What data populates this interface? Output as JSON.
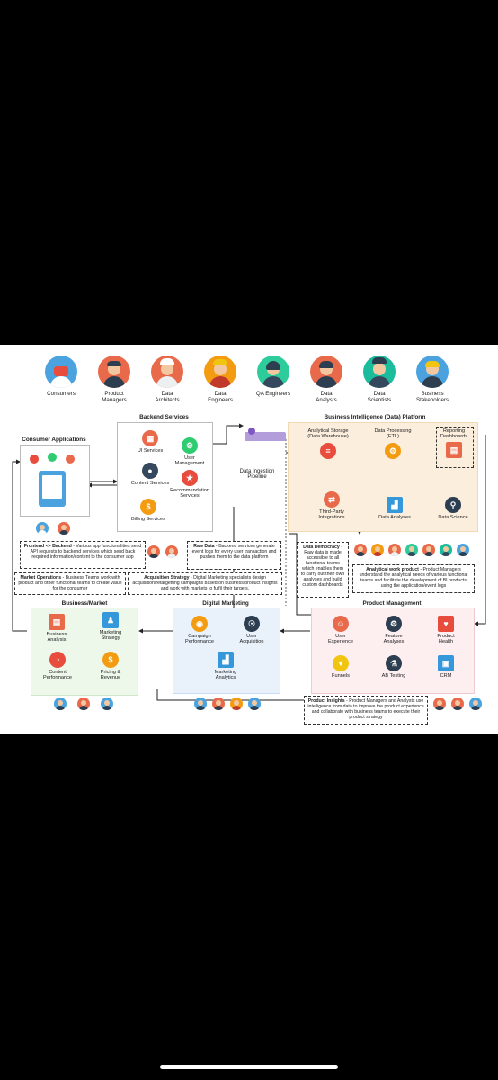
{
  "personas": [
    {
      "label": "Consumers",
      "color": "#4aa3df"
    },
    {
      "label": "Product\nManagers",
      "color": "#e86a4a"
    },
    {
      "label": "Data\nArchitects",
      "color": "#e86a4a"
    },
    {
      "label": "Data\nEngineers",
      "color": "#f39c12"
    },
    {
      "label": "QA Engineers",
      "color": "#2ecc9a"
    },
    {
      "label": "Data\nAnalysts",
      "color": "#e86a4a"
    },
    {
      "label": "Data\nScientists",
      "color": "#1abc9c"
    },
    {
      "label": "Business\nStakeholders",
      "color": "#4aa3df"
    }
  ],
  "sections": {
    "backend": {
      "title": "Backend Services",
      "items": [
        "UI Services",
        "User\nManagement",
        "Content Services",
        "Recommendation\nServices",
        "Billing Services"
      ]
    },
    "consumer": {
      "title": "Consumer Applications"
    },
    "bi": {
      "title": "Business Intelligence (Data) Platform",
      "items": [
        "Analytical Storage\n(Data Warehouse)",
        "Data Processing\n(ETL)",
        "Reporting\nDashboards",
        "Third-Party\nIntegrations",
        "Data Analyses",
        "Data Science"
      ]
    },
    "ingestion": {
      "label": "Data Ingestion\nPipeline"
    },
    "business": {
      "title": "Business/Market",
      "items": [
        "Business\nAnalysis",
        "Marketing\nStrategy",
        "Content\nPerformance",
        "Pricing &\nRevenue"
      ]
    },
    "digital": {
      "title": "Digital Marketing",
      "items": [
        "Campaign\nPerformance",
        "User\nAcquisition",
        "Marketing\nAnalytics"
      ]
    },
    "product": {
      "title": "Product Management",
      "items": [
        "User\nExperience",
        "Feature\nAnalyses",
        "Product\nHealth",
        "Funnels",
        "AB Testing",
        "CRM"
      ]
    }
  },
  "notes": {
    "frontend": {
      "head": "Frontend <> Backend",
      "text": " - Various app functionalities send API requests to backend services which send back required information/content to the consumer app"
    },
    "rawdata": {
      "head": "Raw Data",
      "text": " - Backend services generate event logs for every user transaction and pushes them to the data platform"
    },
    "democracy": {
      "head": "Data Democracy",
      "text": " - Raw data is made accessible to all functional teams which enables them to carry out their own analyses and build custom dashboards"
    },
    "market": {
      "head": "Market Operations",
      "text": " - Business Teams work with product and other functional teams to create value for the consumer"
    },
    "acquisition": {
      "head": "Acquisition Strategy",
      "text": " - Digital Marketing specialists design acquisition/retargetting campaigns based on business/product insights and work with markets to fulfil their targets."
    },
    "analytical": {
      "head": "Analytical work product",
      "text": " - Product Managers understand the analytical needs of various functional teams and facilitate the development of BI products using the application/event logs"
    },
    "insights": {
      "head": "Product Insights",
      "text": " - Product Managers and Analysts use intelligence from data to improve the product experience and collaborate with business teams to execute their product strategy"
    }
  }
}
